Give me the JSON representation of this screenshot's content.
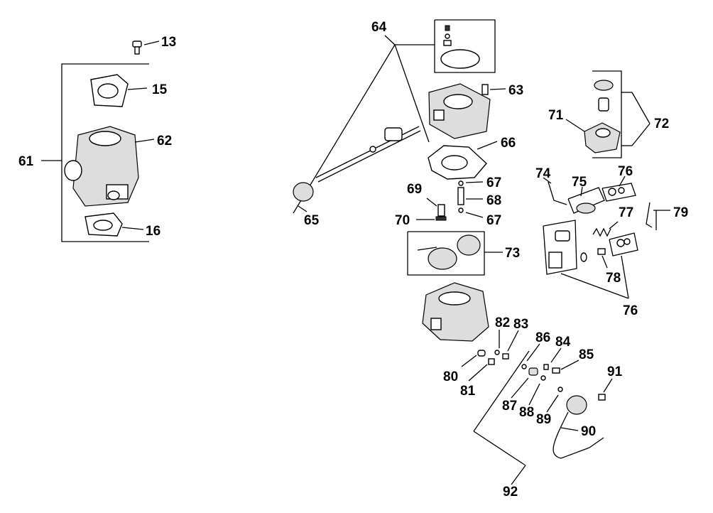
{
  "callouts": {
    "c13": "13",
    "c15": "15",
    "c16": "16",
    "c61": "61",
    "c62": "62",
    "c63": "63",
    "c64": "64",
    "c65": "65",
    "c66": "66",
    "c67a": "67",
    "c67b": "67",
    "c68": "68",
    "c69": "69",
    "c70": "70",
    "c71": "71",
    "c72": "72",
    "c73": "73",
    "c74": "74",
    "c75": "75",
    "c76a": "76",
    "c76b": "76",
    "c77": "77",
    "c78": "78",
    "c79": "79",
    "c80": "80",
    "c81": "81",
    "c82": "82",
    "c83": "83",
    "c84": "84",
    "c85": "85",
    "c86": "86",
    "c87": "87",
    "c88": "88",
    "c89": "89",
    "c90": "90",
    "c91": "91",
    "c92": "92"
  }
}
